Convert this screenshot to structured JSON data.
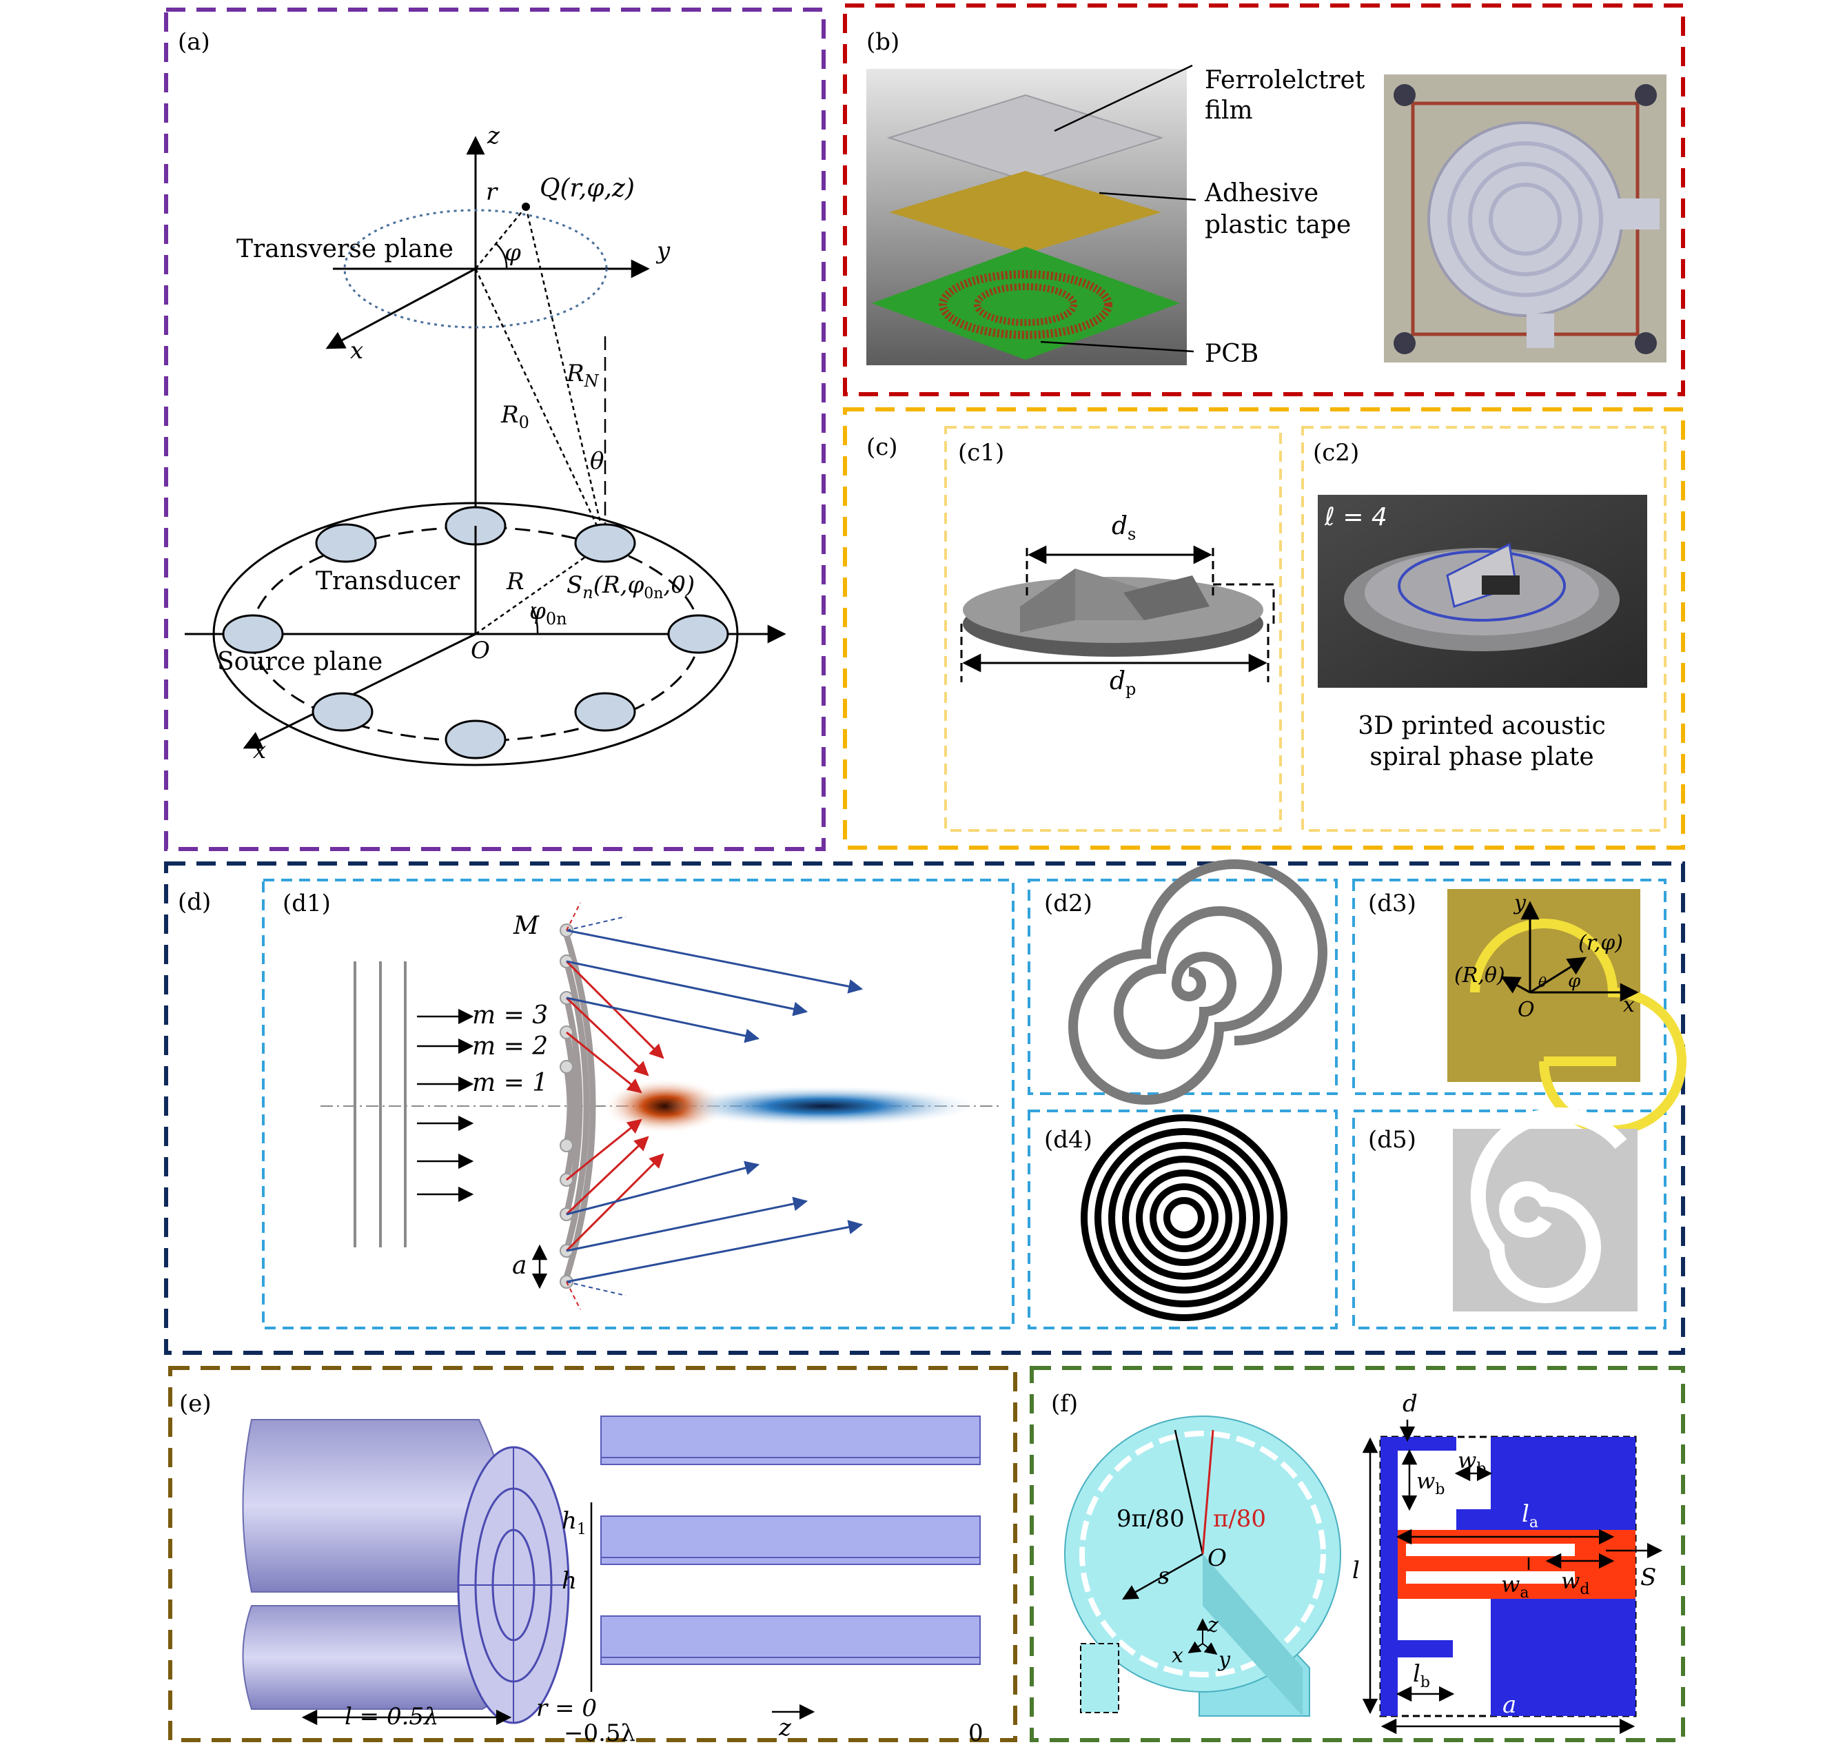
{
  "panels": {
    "a": {
      "label": "(a)",
      "z": "z",
      "y": "y",
      "x_top": "x",
      "x_bottom": "x",
      "Q": "Q(r,φ,z)",
      "r": "r",
      "phi": "φ",
      "transverse": "Transverse plane",
      "RN": "R",
      "RN_sub": "N",
      "R0": "R",
      "R0_sub": "0",
      "theta": "θ",
      "transducer": "Transducer",
      "R": "R",
      "Sn": "S",
      "Sn_sub": "n",
      "Sn_args": "(R,φ",
      "Sn_args_sub": "0n",
      "Sn_args_end": ",0)",
      "phi0n": "φ",
      "phi0n_sub": "0n",
      "O": "O",
      "source": "Source plane"
    },
    "b": {
      "label": "(b)",
      "ferro1": "Ferrolelctret",
      "ferro2": "film",
      "adh1": "Adhesive",
      "adh2": "plastic tape",
      "pcb": "PCB"
    },
    "c": {
      "label": "(c)",
      "c1": "(c1)",
      "ds": "d",
      "ds_sub": "s",
      "dp": "d",
      "dp_sub": "p",
      "c2": "(c2)",
      "ell": "ℓ = 4",
      "cap1": "3D printed acoustic",
      "cap2": "spiral phase plate"
    },
    "d": {
      "label": "(d)",
      "d1": "(d1)",
      "M": "M",
      "m3": "m = 3",
      "m2": "m = 2",
      "m1": "m = 1",
      "a": "a",
      "d2": "(d2)",
      "d3": "(d3)",
      "d4": "(d4)",
      "d5": "(d5)",
      "d3_y": "y",
      "d3_x": "x",
      "d3_O": "O",
      "d3_rphi": "(r,φ)",
      "d3_Rtheta": "(R,θ)",
      "d3_theta": "θ",
      "d3_phi": "φ"
    },
    "e": {
      "label": "(e)",
      "h1": "h",
      "h1_sub": "1",
      "h": "h",
      "l": "l = 0.5λ",
      "r0": "r = 0",
      "neg": "−0.5λ",
      "z": "z",
      "zero": "0"
    },
    "f": {
      "label": "(f)",
      "ninepi": "9π/80",
      "pi80": "π/80",
      "s": "s",
      "O": "O",
      "axz": "z",
      "axx": "x",
      "axy": "y",
      "d": "d",
      "wb1": "w",
      "wb1_sub": "b",
      "wb2": "w",
      "wb2_sub": "b",
      "la": "l",
      "la_sub": "a",
      "l": "l",
      "wa": "w",
      "wa_sub": "a",
      "wd": "w",
      "wd_sub": "d",
      "S": "S",
      "lb": "l",
      "lb_sub": "b",
      "a": "a"
    }
  },
  "colors": {
    "frame_a": "#7030a0",
    "frame_b": "#c00000",
    "frame_c": "#f4b400",
    "frame_c_inner": "#f8d878",
    "frame_d": "#0f2a5a",
    "frame_d_inner": "#33a3dc",
    "frame_e": "#7a5c10",
    "frame_f": "#4a7a2e",
    "accent_red": "#d02020",
    "arrow_blue": "#2a4d9a",
    "ring_blue": "#c6d4e4",
    "pcb_green": "#2ca02c",
    "tape_gold": "#b8992a",
    "plate_blue": "#8fe0e8",
    "f_blue": "#2929e0",
    "f_red": "#ff3a10",
    "d3_bg": "#b39c3a",
    "d3_ring": "#f2df3a"
  }
}
